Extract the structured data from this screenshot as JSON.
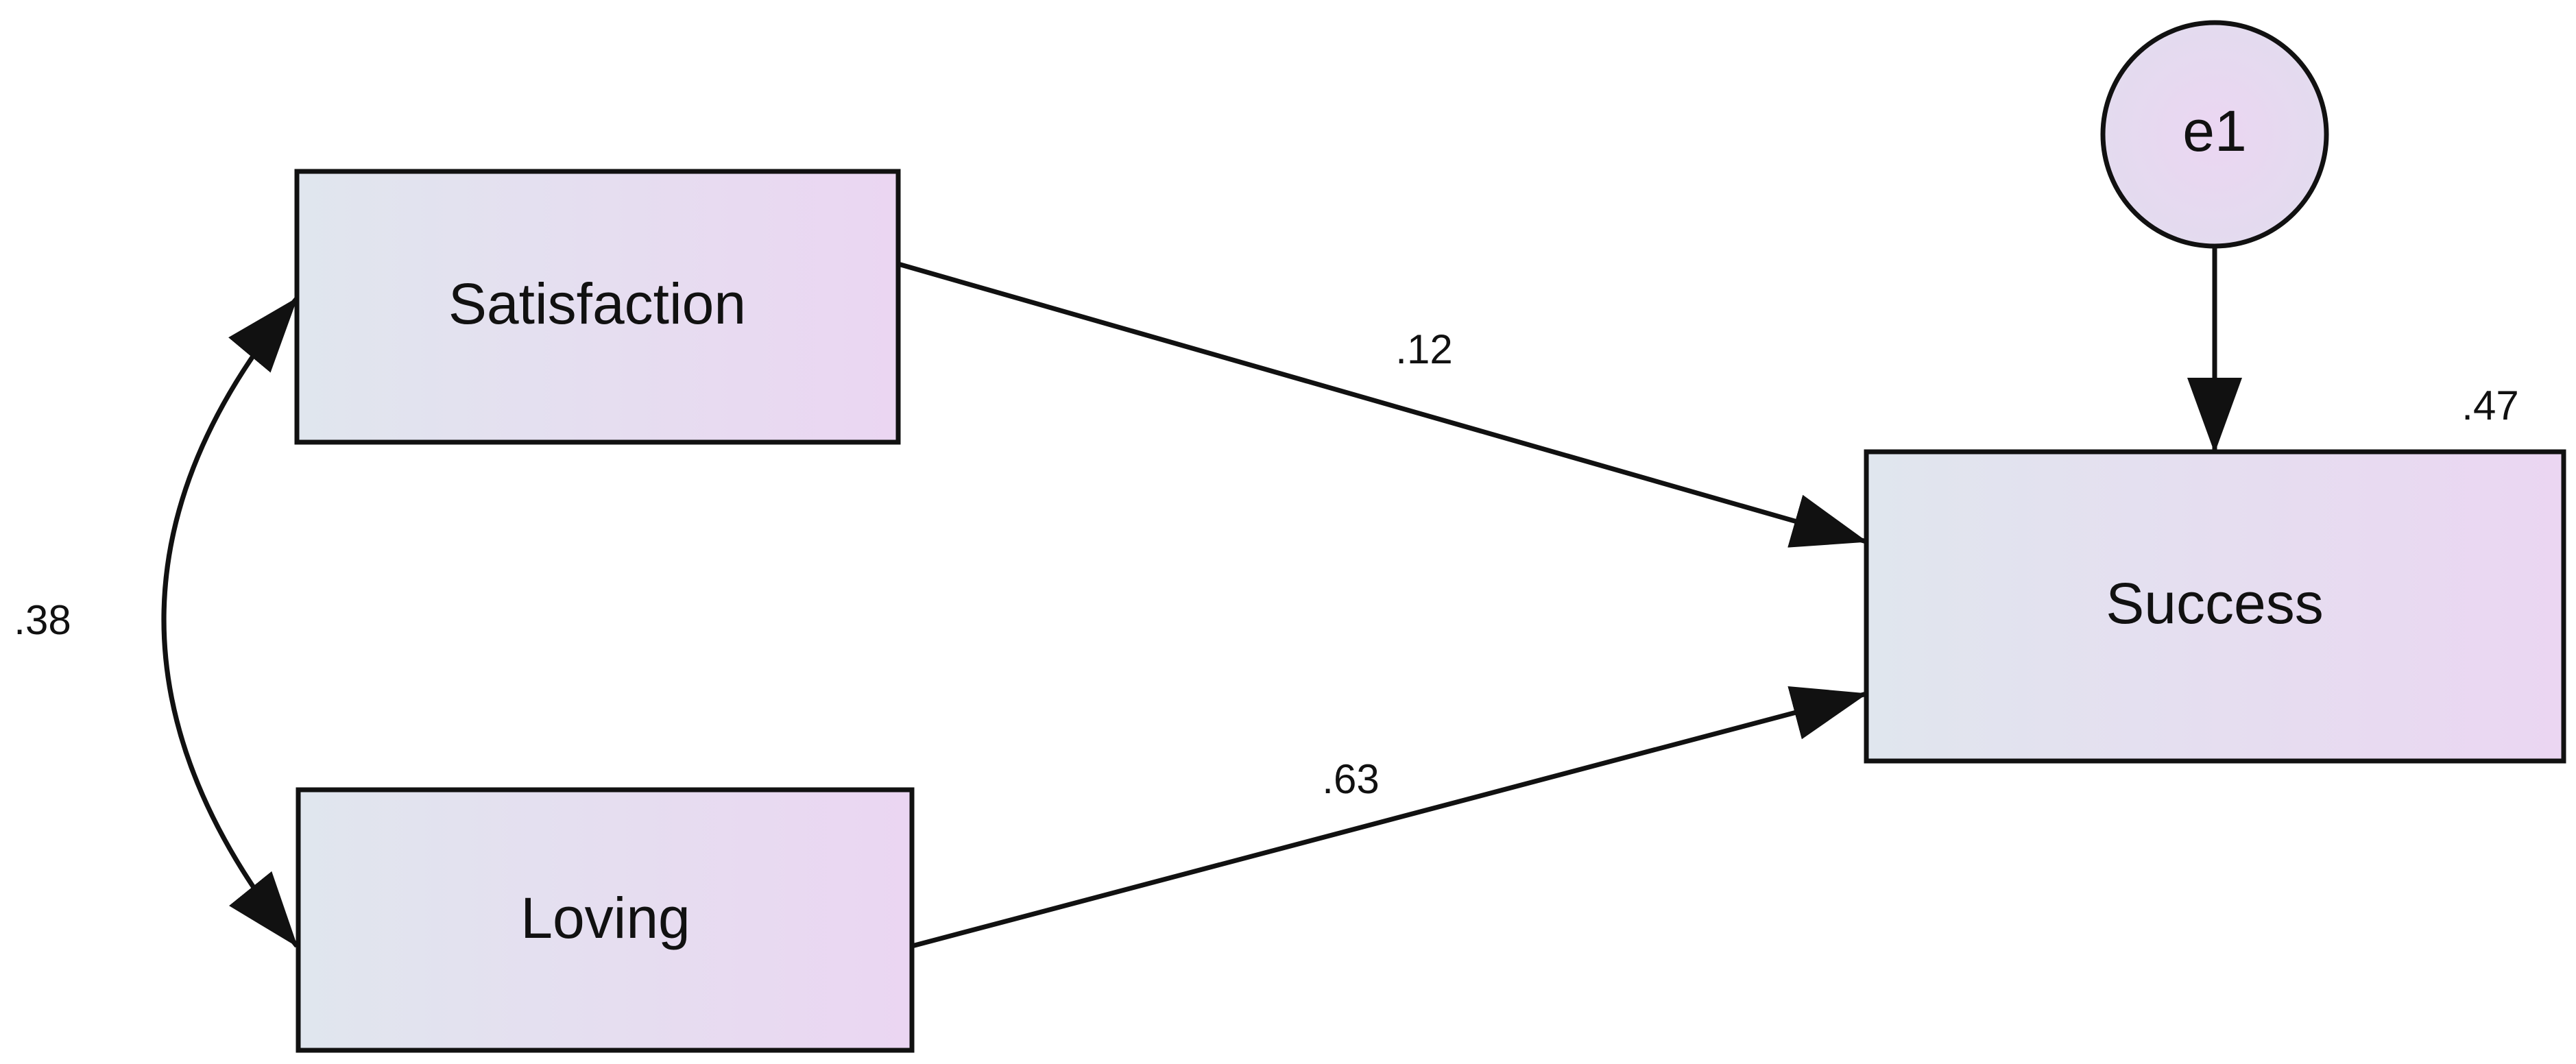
{
  "nodes": {
    "satisfaction": {
      "label": "Satisfaction",
      "shape": "rectangle"
    },
    "loving": {
      "label": "Loving",
      "shape": "rectangle"
    },
    "success": {
      "label": "Success",
      "shape": "rectangle"
    },
    "e1": {
      "label": "e1",
      "shape": "circle"
    }
  },
  "paths": {
    "satisfaction_to_success": {
      "value": ".12"
    },
    "loving_to_success": {
      "value": ".63"
    },
    "satisfaction_loving_covariance": {
      "value": ".38"
    },
    "e1_to_success": {
      "value": ""
    }
  },
  "success_r_squared": ".47",
  "colors": {
    "fill_start": "#e0e6ee",
    "fill_end": "#ebd6f2",
    "stroke": "#111111",
    "text": "#111111"
  }
}
